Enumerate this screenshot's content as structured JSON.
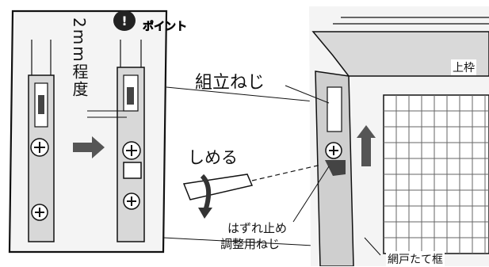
{
  "labels": {
    "assembly_screw": "組立ねじ",
    "tighten": "しめる",
    "stopper_line1": "はずれ止め",
    "stopper_line2": "調整用ねじ",
    "top_frame": "上枠",
    "side_frame": "網戸たて框",
    "clearance": "2mm程度",
    "point_badge": "ポイント"
  },
  "colors": {
    "ink": "#111111",
    "panel_fill": "#f1f1f1",
    "frame_fill": "#d9d9d9",
    "arrow": "#555555"
  },
  "icons": [
    "right-arrow-icon",
    "up-arrow-icon",
    "curved-arrow-icon",
    "screwdriver-icon",
    "point-badge-icon"
  ]
}
